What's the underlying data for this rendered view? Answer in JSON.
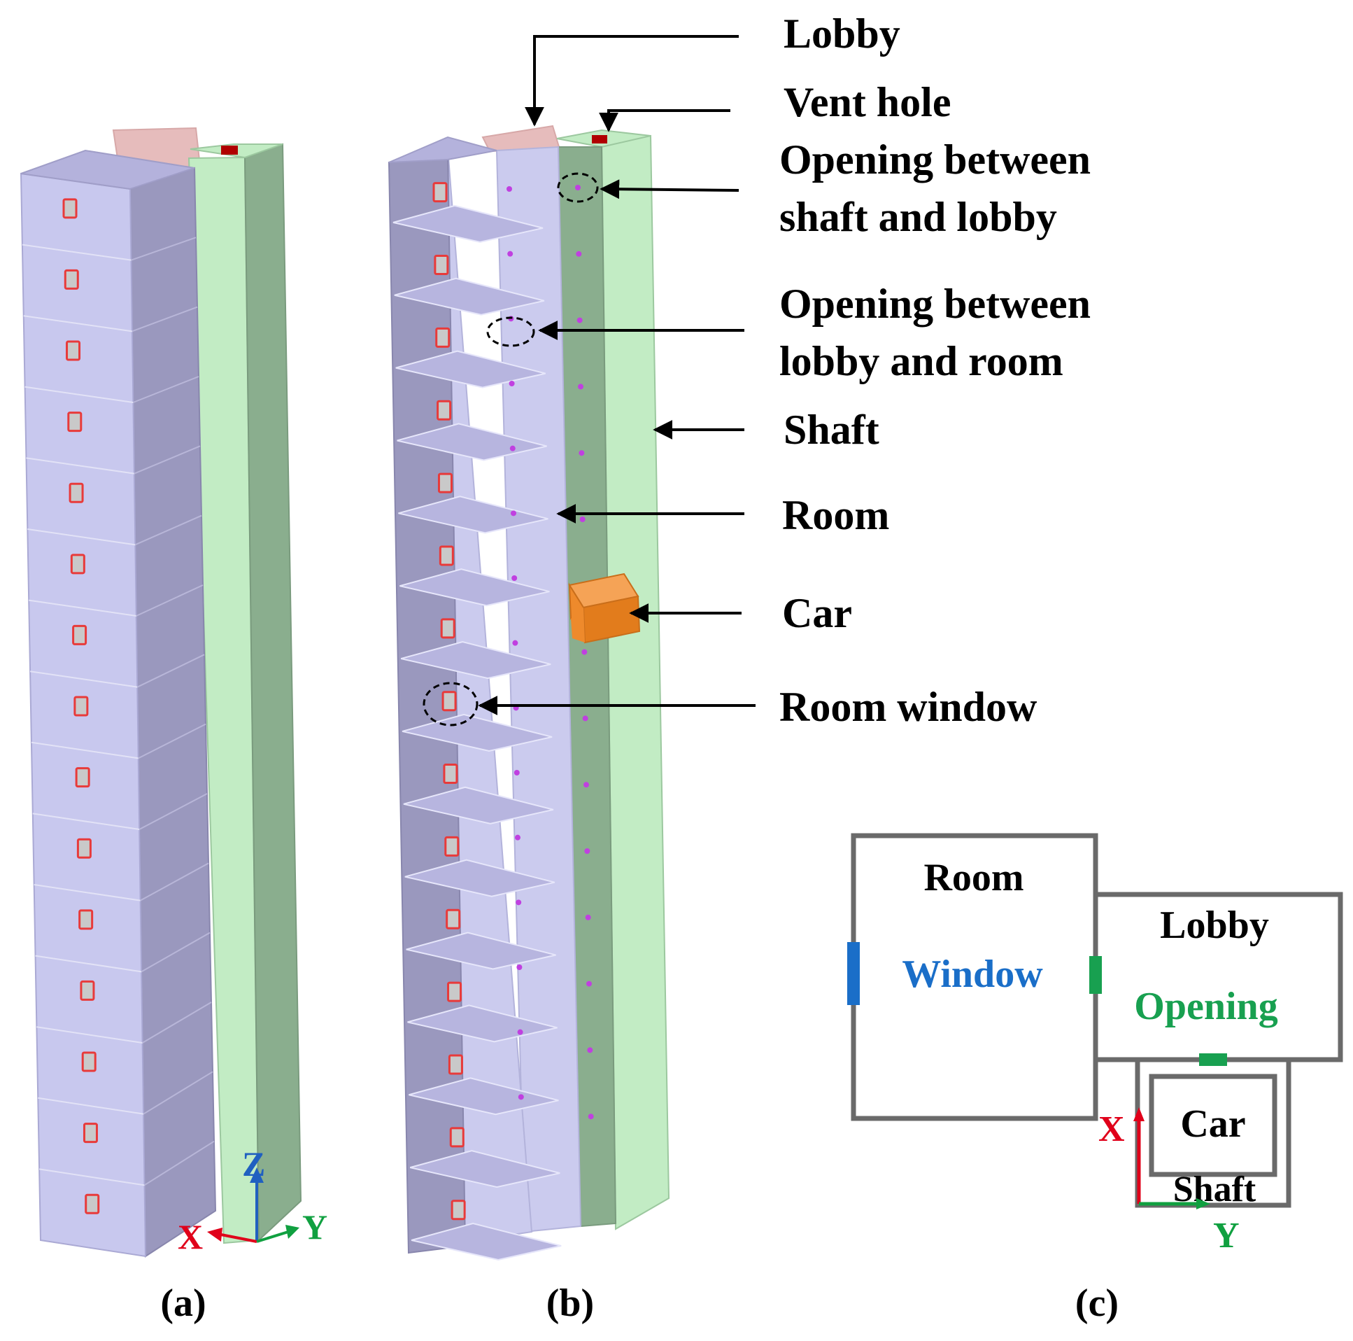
{
  "panel_a": {
    "caption": "(a)",
    "floors": 15,
    "axes": {
      "z": "Z",
      "x": "X",
      "y": "Y"
    }
  },
  "panel_b": {
    "caption": "(b)",
    "floors": 15,
    "callouts": {
      "lobby": "Lobby",
      "vent_hole": "Vent hole",
      "shaft_lobby_opening_line1": "Opening between",
      "shaft_lobby_opening_line2": "shaft and lobby",
      "lobby_room_opening_line1": "Opening between",
      "lobby_room_opening_line2": "lobby and room",
      "shaft": "Shaft",
      "room": "Room",
      "car": "Car",
      "room_window": "Room window"
    }
  },
  "panel_c": {
    "caption": "(c)",
    "room": "Room",
    "window": "Window",
    "lobby": "Lobby",
    "opening": "Opening",
    "car": "Car",
    "shaft": "Shaft",
    "axes": {
      "x": "X",
      "y": "Y"
    }
  },
  "colors": {
    "room_front": "#c8c8ee",
    "room_side": "#9a98be",
    "room_top": "#b4b2dc",
    "shaft_front": "#c2ecc4",
    "shaft_side": "#8aae8e",
    "lobby_top": "#e6bcbc",
    "vent": "#b00000",
    "window_outline": "#e83a3a",
    "opening_dot": "#c040e0",
    "car": "#ee8a2c",
    "axis_x": "#e0001a",
    "axis_y": "#10a040",
    "axis_z": "#2060c0",
    "window_bar": "#1a6ec8",
    "opening_bar": "#18a050",
    "plan_line": "#6a6a6a"
  }
}
